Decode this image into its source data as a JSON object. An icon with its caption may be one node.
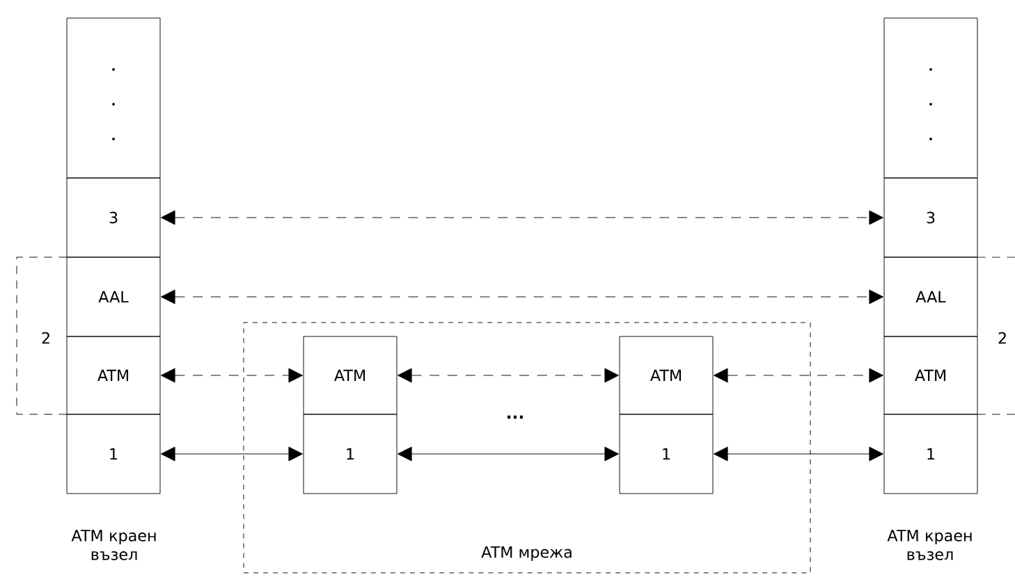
{
  "diagram": {
    "nodes": [
      {
        "text": [],
        "shape": "box"
      },
      {
        "text": [
          "3"
        ]
      },
      {
        "text": [
          "AAL"
        ]
      },
      {
        "text": [
          "ATM"
        ]
      },
      {
        "text": [
          "1"
        ]
      },
      {
        "text": [
          "ATM мрежа"
        ]
      },
      {
        "text": [
          "ATM"
        ],
        "in": 5
      },
      {
        "text": [
          "1"
        ],
        "in": 5
      },
      {
        "text": [
          "ATM"
        ],
        "in": 5
      },
      {
        "text": [
          "1"
        ],
        "in": 5
      },
      {
        "text": [],
        "shape": "box"
      },
      {
        "text": [
          "3"
        ]
      },
      {
        "text": [
          "AAL"
        ]
      },
      {
        "text": [
          "ATM"
        ]
      },
      {
        "text": [
          "1"
        ]
      }
    ],
    "edges": [
      {
        "from": 1,
        "to": 11,
        "arrow": "both",
        "style": "dashed"
      },
      {
        "from": 2,
        "to": 12,
        "arrow": "both",
        "style": "dashed"
      },
      {
        "from": 3,
        "to": 6,
        "arrow": "both",
        "style": "dashed"
      },
      {
        "from": 6,
        "to": 8,
        "arrow": "both",
        "style": "dashed"
      },
      {
        "from": 8,
        "to": 13,
        "arrow": "both",
        "style": "dashed"
      },
      {
        "from": 4,
        "to": 7,
        "arrow": "both"
      },
      {
        "from": 7,
        "to": 9,
        "arrow": "both"
      },
      {
        "from": 9,
        "to": 14,
        "arrow": "both"
      }
    ],
    "labels": [
      "2",
      "...",
      "2",
      "ATM краен възел",
      "ATM краен възел"
    ]
  }
}
